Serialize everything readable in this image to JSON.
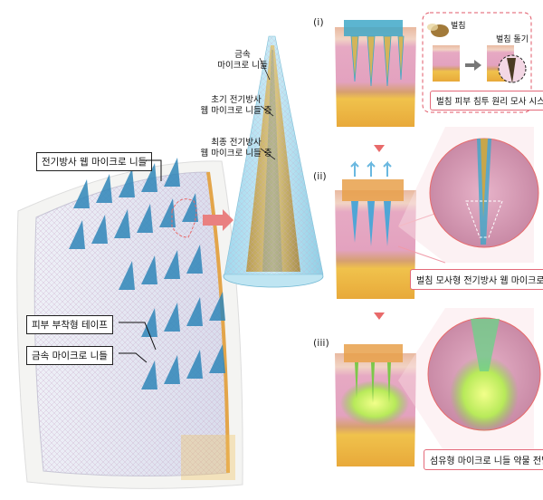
{
  "labels": {
    "web_needle": "전기방사 웹 마이크로 니들",
    "patch_tape": "피부 부착형 테이프",
    "metal_needle": "금속 마이크로 니들"
  },
  "cone": {
    "metal_line1": "금속",
    "metal_line2": "마이크로 니들",
    "initial_line1": "초기 전기방사",
    "initial_line2": "웹 마이크로 니들 층",
    "final_line1": "최종 전기방사",
    "final_line2": "웹 마이크로 니들 층"
  },
  "steps": {
    "i": "(i)",
    "ii": "(ii)",
    "iii": "(iii)"
  },
  "bee_box": {
    "stinger": "벌침",
    "stinger_barb": "벌침 돌기",
    "caption": "벌침 피부 침투 원리 모사 시스템"
  },
  "captions": {
    "bee_mimic": "벌침 모사형 전기방사 웹 마이크로 니들",
    "fiber_delivery": "섬유형 마이크로 니들 약물 전달"
  },
  "colors": {
    "needle_blue": "#2f86b8",
    "gold": "#c8a64a",
    "skin_pink": "#e7a8c2",
    "fat_yellow": "#e8b64a",
    "drug_green": "#8fe05a",
    "accent_red": "#e86a6a"
  }
}
